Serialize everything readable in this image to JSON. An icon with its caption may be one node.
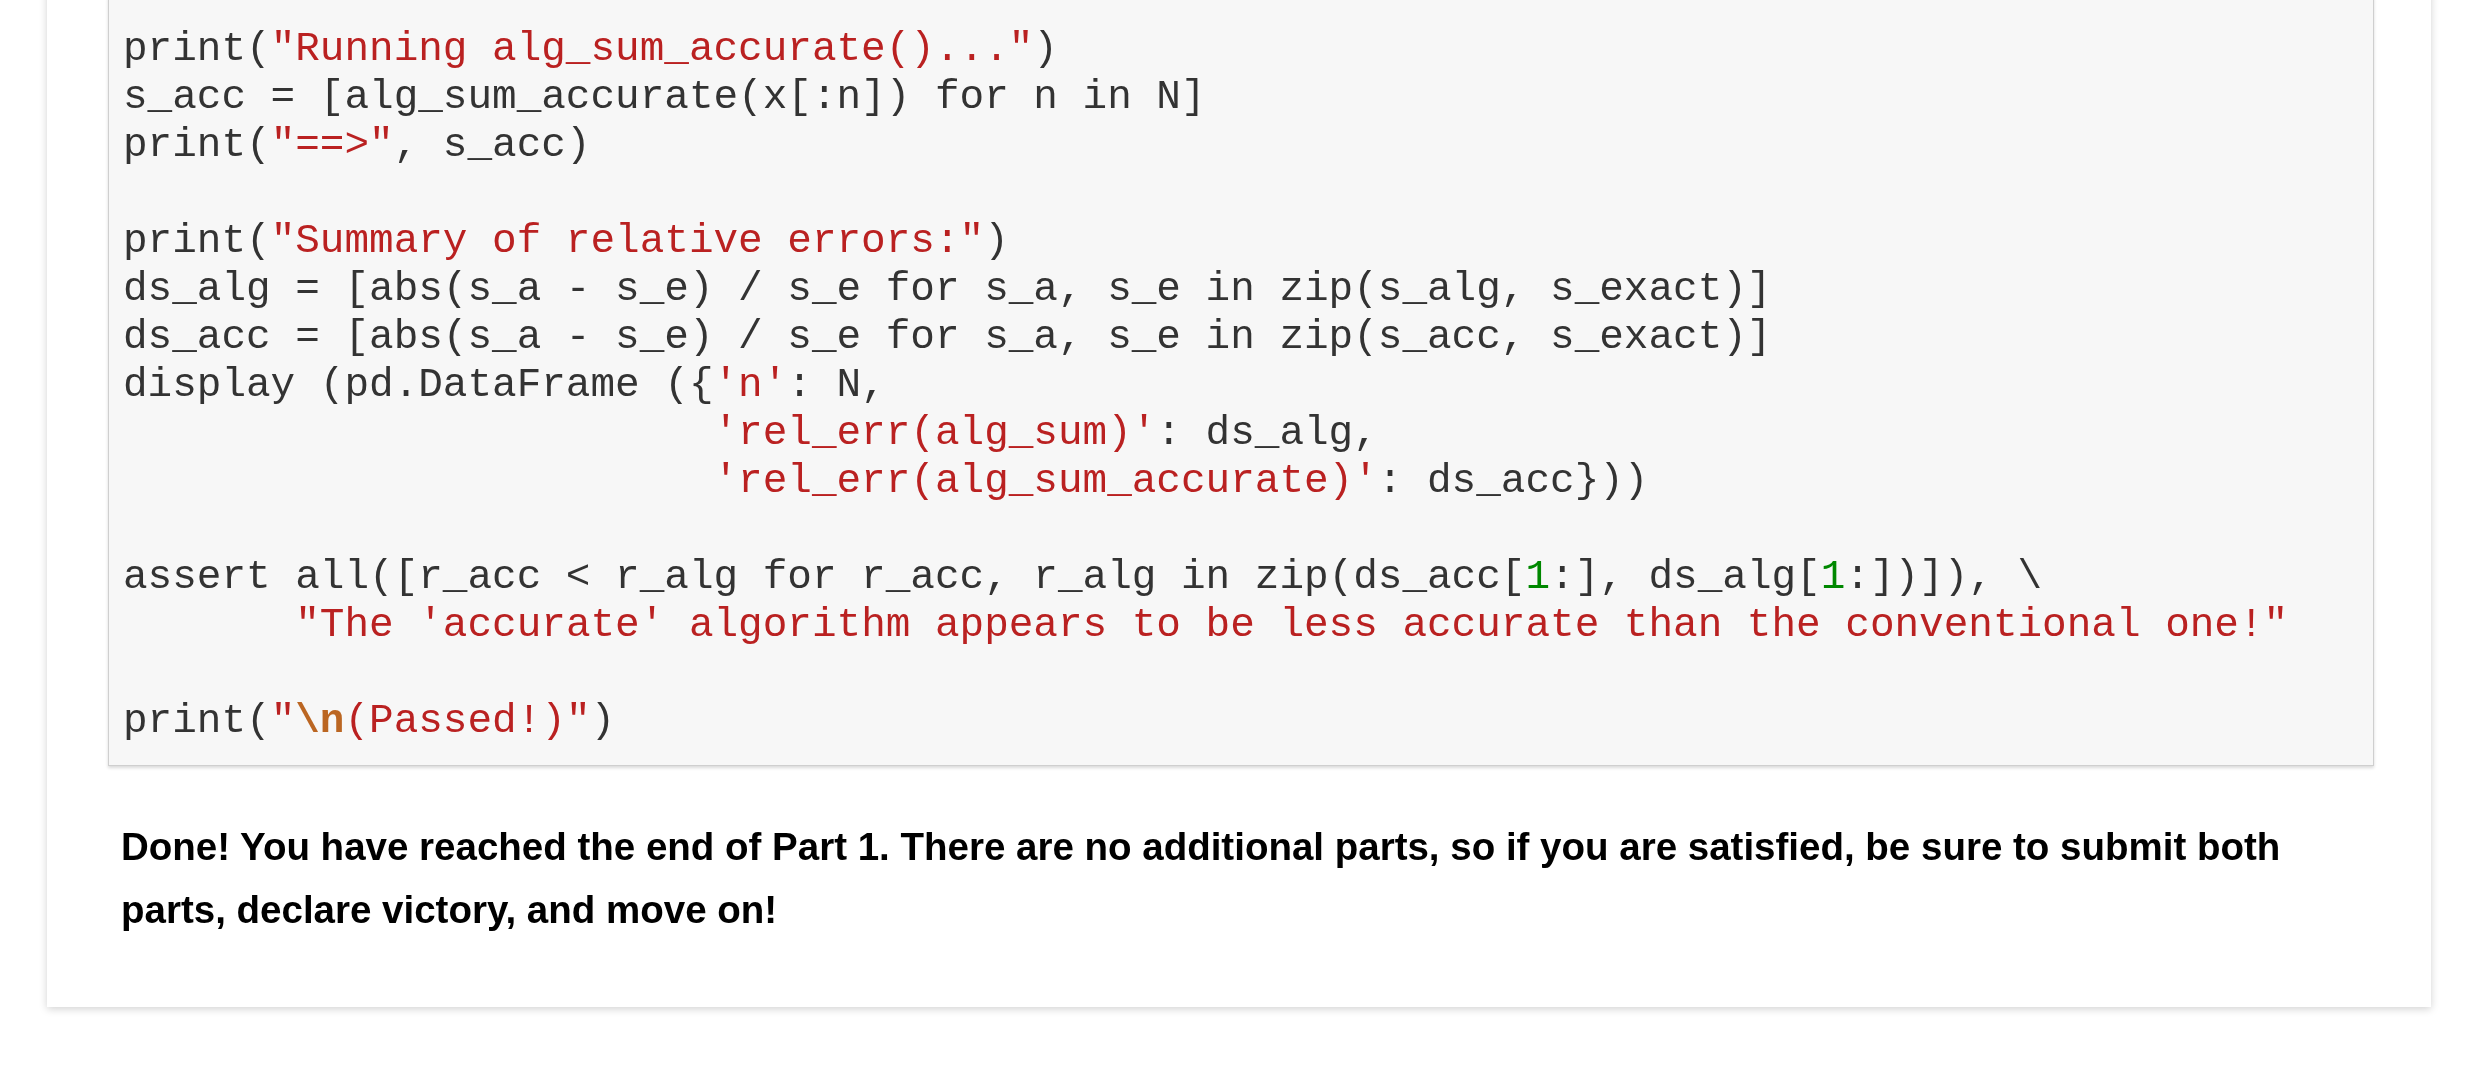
{
  "diagram": {
    "labels": [
      "print(\"Running alg_sum_accurate()...\")",
      "s_acc = [alg_sum_accurate(x[:n]) for n in N]",
      "print(\"==>\", s_acc)",
      "print(\"Summary of relative errors:\")",
      "ds_alg = [abs(s_a - s_e) / s_e for s_a, s_e in zip(s_alg, s_exact)]",
      "ds_acc = [abs(s_a - s_e) / s_e for s_a, s_e in zip(s_acc, s_exact)]",
      "display (pd.DataFrame ({'n': N,",
      "                        'rel_err(alg_sum)': ds_alg,",
      "                        'rel_err(alg_sum_accurate)': ds_acc}))",
      "assert all([r_acc < r_alg for r_acc, r_alg in zip(ds_acc[1:], ds_alg[1:])]), \\",
      "       \"The 'accurate' algorithm appears to be less accurate than the conventional one!\"",
      "print(\"\\n(Passed!)\")",
      "Done! You have reached the end of Part 1. There are no additional parts, so if you are satisfied, be sure to submit both parts, declare victory, and move on!"
    ]
  }
}
